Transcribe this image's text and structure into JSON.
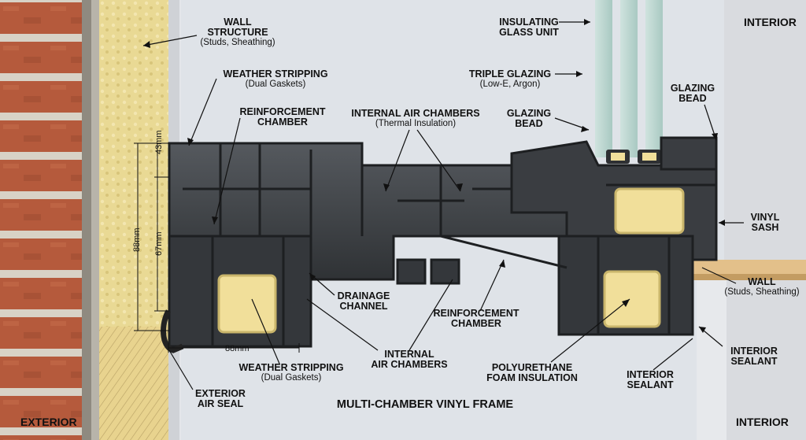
{
  "diagram": {
    "title": "MULTI-CHAMBER VINYL FRAME",
    "corners": {
      "exterior": "EXTERIOR",
      "interior_top": "INTERIOR",
      "interior_bottom": "INTERIOR"
    },
    "labels": {
      "wall_structure": {
        "title": "WALL\nSTRUCTURE",
        "sub": "(Studs, Sheathing)"
      },
      "weather_stripping_top": {
        "title": "WEATHER STRIPPING",
        "sub": "(Dual Gaskets)"
      },
      "reinforcement_chamber_top": {
        "title": "REINFORCEMENT\nCHAMBER",
        "sub": ""
      },
      "internal_air_chambers_top": {
        "title": "INTERNAL AIR CHAMBERS",
        "sub": "(Thermal Insulation)"
      },
      "insulating_glass_unit": {
        "title": "INSULATING\nGLASS UNIT",
        "sub": ""
      },
      "triple_glazing": {
        "title": "TRIPLE GLAZING",
        "sub": "(Low-E, Argon)"
      },
      "glazing_bead_left": {
        "title": "GLAZING\nBEAD",
        "sub": ""
      },
      "glazing_bead_right": {
        "title": "GLAZING\nBEAD",
        "sub": ""
      },
      "vinyl_sash": {
        "title": "VINYL\nSASH",
        "sub": ""
      },
      "wall_right": {
        "title": "WALL",
        "sub": "(Studs, Sheathing)"
      },
      "drainage_channel": {
        "title": "DRAINAGE\nCHANNEL",
        "sub": ""
      },
      "reinforcement_chamber_bottom": {
        "title": "REINFORCEMENT\nCHAMBER",
        "sub": ""
      },
      "internal_air_chambers_bottom": {
        "title": "INTERNAL\nAIR CHAMBERS",
        "sub": ""
      },
      "weather_stripping_bottom": {
        "title": "WEATHER STRIPPING",
        "sub": "(Dual Gaskets)"
      },
      "exterior_air_seal": {
        "title": "EXTERIOR\nAIR SEAL",
        "sub": ""
      },
      "polyurethane_foam": {
        "title": "POLYURETHANE\nFOAM INSULATION",
        "sub": ""
      },
      "interior_sealant_right": {
        "title": "INTERIOR\nSEALANT",
        "sub": ""
      },
      "interior_sealant_bottom": {
        "title": "INTERIOR\nSEALANT",
        "sub": ""
      }
    },
    "dimensions": {
      "d43": "43mm",
      "d67": "67mm",
      "d88_vertical": "88mm",
      "d88_horizontal": "88mm"
    },
    "colors": {
      "brick": "#b55a3c",
      "mortar": "#d8d2c6",
      "insulation": "#e8d99a",
      "vinyl": "#3c3f43",
      "vinyl_dark": "#26282b",
      "foam": "#f1df9a",
      "glass": "#bcd6d0",
      "wall_board": "#e7e9ec",
      "wood": "#e3c08a"
    }
  }
}
